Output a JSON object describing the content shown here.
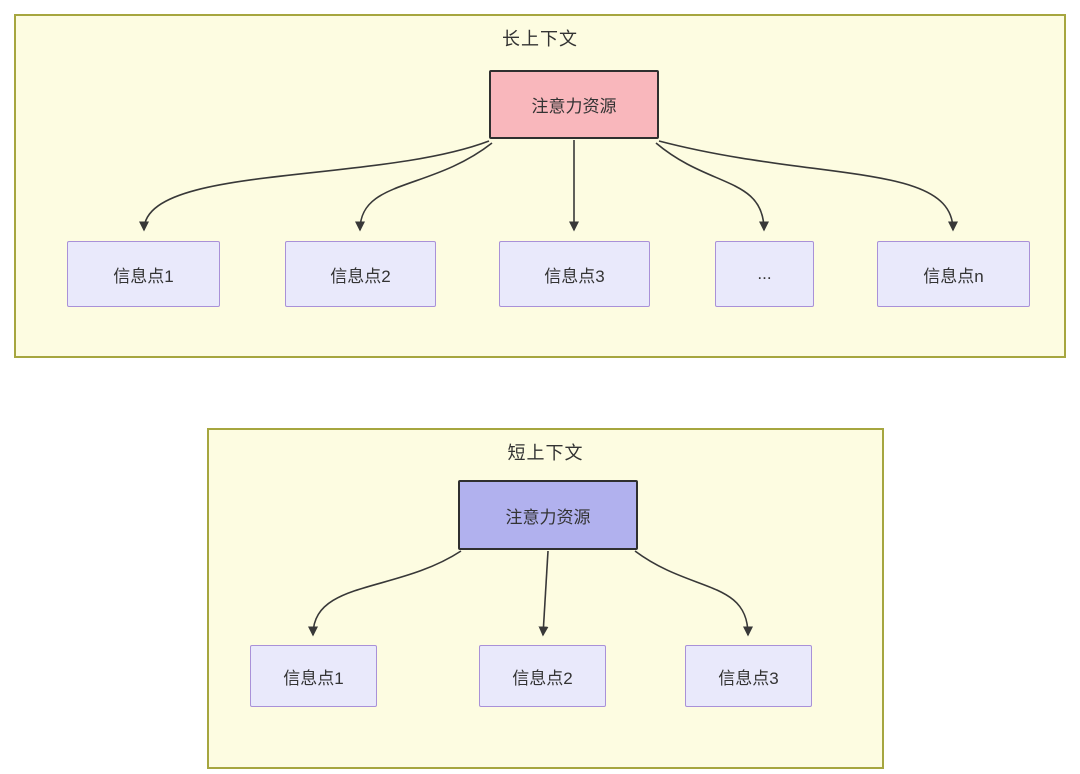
{
  "diagram": {
    "panels": [
      {
        "title": "长上下文",
        "root": {
          "label": "注意力资源"
        },
        "nodes": [
          {
            "label": "信息点1"
          },
          {
            "label": "信息点2"
          },
          {
            "label": "信息点3"
          },
          {
            "label": "..."
          },
          {
            "label": "信息点n"
          }
        ]
      },
      {
        "title": "短上下文",
        "root": {
          "label": "注意力资源"
        },
        "nodes": [
          {
            "label": "信息点1"
          },
          {
            "label": "信息点2"
          },
          {
            "label": "信息点3"
          }
        ]
      }
    ],
    "colors": {
      "panel_background": "#fdfce1",
      "panel_border": "#a6a63f",
      "long_root_fill": "#f9b7bc",
      "short_root_fill": "#b1b1ee",
      "root_border": "#2f2f2f",
      "info_fill": "#e9e9fb",
      "info_border": "#a991d8",
      "arrow": "#383838",
      "text": "#333333"
    }
  }
}
